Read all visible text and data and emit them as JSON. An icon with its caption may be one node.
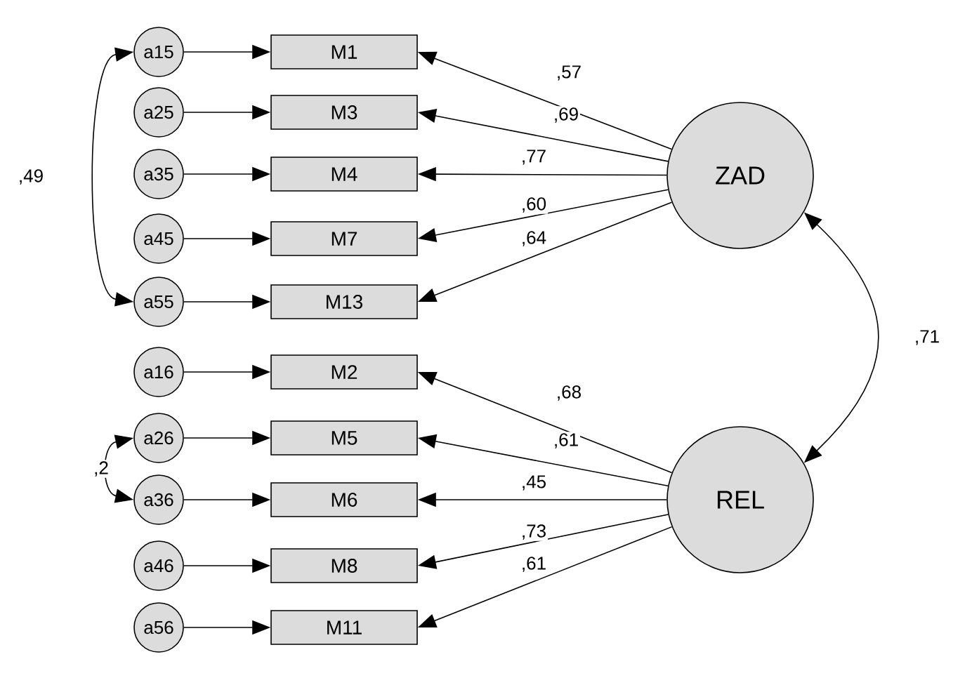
{
  "diagram": {
    "nodes": [
      {
        "text": [
          "a15"
        ]
      },
      {
        "text": [
          "M1"
        ]
      },
      {
        "text": [
          "a25"
        ]
      },
      {
        "text": [
          "M3"
        ]
      },
      {
        "text": [
          "a35"
        ]
      },
      {
        "text": [
          "M4"
        ]
      },
      {
        "text": [
          "a45"
        ]
      },
      {
        "text": [
          "M7"
        ]
      },
      {
        "text": [
          "a55"
        ]
      },
      {
        "text": [
          "M13"
        ]
      },
      {
        "text": [
          "ZAD"
        ]
      },
      {
        "text": [
          "a16"
        ]
      },
      {
        "text": [
          "M2"
        ]
      },
      {
        "text": [
          "a26"
        ]
      },
      {
        "text": [
          "M5"
        ]
      },
      {
        "text": [
          "a36"
        ]
      },
      {
        "text": [
          "M6"
        ]
      },
      {
        "text": [
          "a46"
        ]
      },
      {
        "text": [
          "M8"
        ]
      },
      {
        "text": [
          "a56"
        ]
      },
      {
        "text": [
          "M11"
        ]
      },
      {
        "text": [
          "REL"
        ]
      }
    ],
    "edges": [
      {
        "from": 0,
        "to": 1,
        "arrow": "to"
      },
      {
        "from": 2,
        "to": 3,
        "arrow": "to"
      },
      {
        "from": 4,
        "to": 5,
        "arrow": "to"
      },
      {
        "from": 6,
        "to": 7,
        "arrow": "to"
      },
      {
        "from": 8,
        "to": 9,
        "arrow": "to"
      },
      {
        "from": 10,
        "to": 1,
        "arrow": "to",
        "label": ",57"
      },
      {
        "from": 10,
        "to": 3,
        "arrow": "to",
        "label": ",69"
      },
      {
        "from": 10,
        "to": 5,
        "arrow": "to",
        "label": ",77"
      },
      {
        "from": 10,
        "to": 7,
        "arrow": "to",
        "label": ",60"
      },
      {
        "from": 10,
        "to": 9,
        "arrow": "to",
        "label": ",64"
      },
      {
        "from": 11,
        "to": 12,
        "arrow": "to"
      },
      {
        "from": 13,
        "to": 14,
        "arrow": "to"
      },
      {
        "from": 15,
        "to": 16,
        "arrow": "to"
      },
      {
        "from": 17,
        "to": 18,
        "arrow": "to"
      },
      {
        "from": 19,
        "to": 20,
        "arrow": "to"
      },
      {
        "from": 21,
        "to": 12,
        "arrow": "to",
        "label": ",68"
      },
      {
        "from": 21,
        "to": 14,
        "arrow": "to",
        "label": ",61"
      },
      {
        "from": 21,
        "to": 16,
        "arrow": "to",
        "label": ",45"
      },
      {
        "from": 21,
        "to": 18,
        "arrow": "to",
        "label": ",73"
      },
      {
        "from": 21,
        "to": 20,
        "arrow": "to",
        "label": ",61"
      },
      {
        "from": 0,
        "to": 8,
        "arrow": "both",
        "label": ",49"
      },
      {
        "from": 13,
        "to": 15,
        "arrow": "both",
        "label": ",2"
      },
      {
        "from": 10,
        "to": 21,
        "arrow": "both",
        "label": ",71"
      }
    ]
  }
}
